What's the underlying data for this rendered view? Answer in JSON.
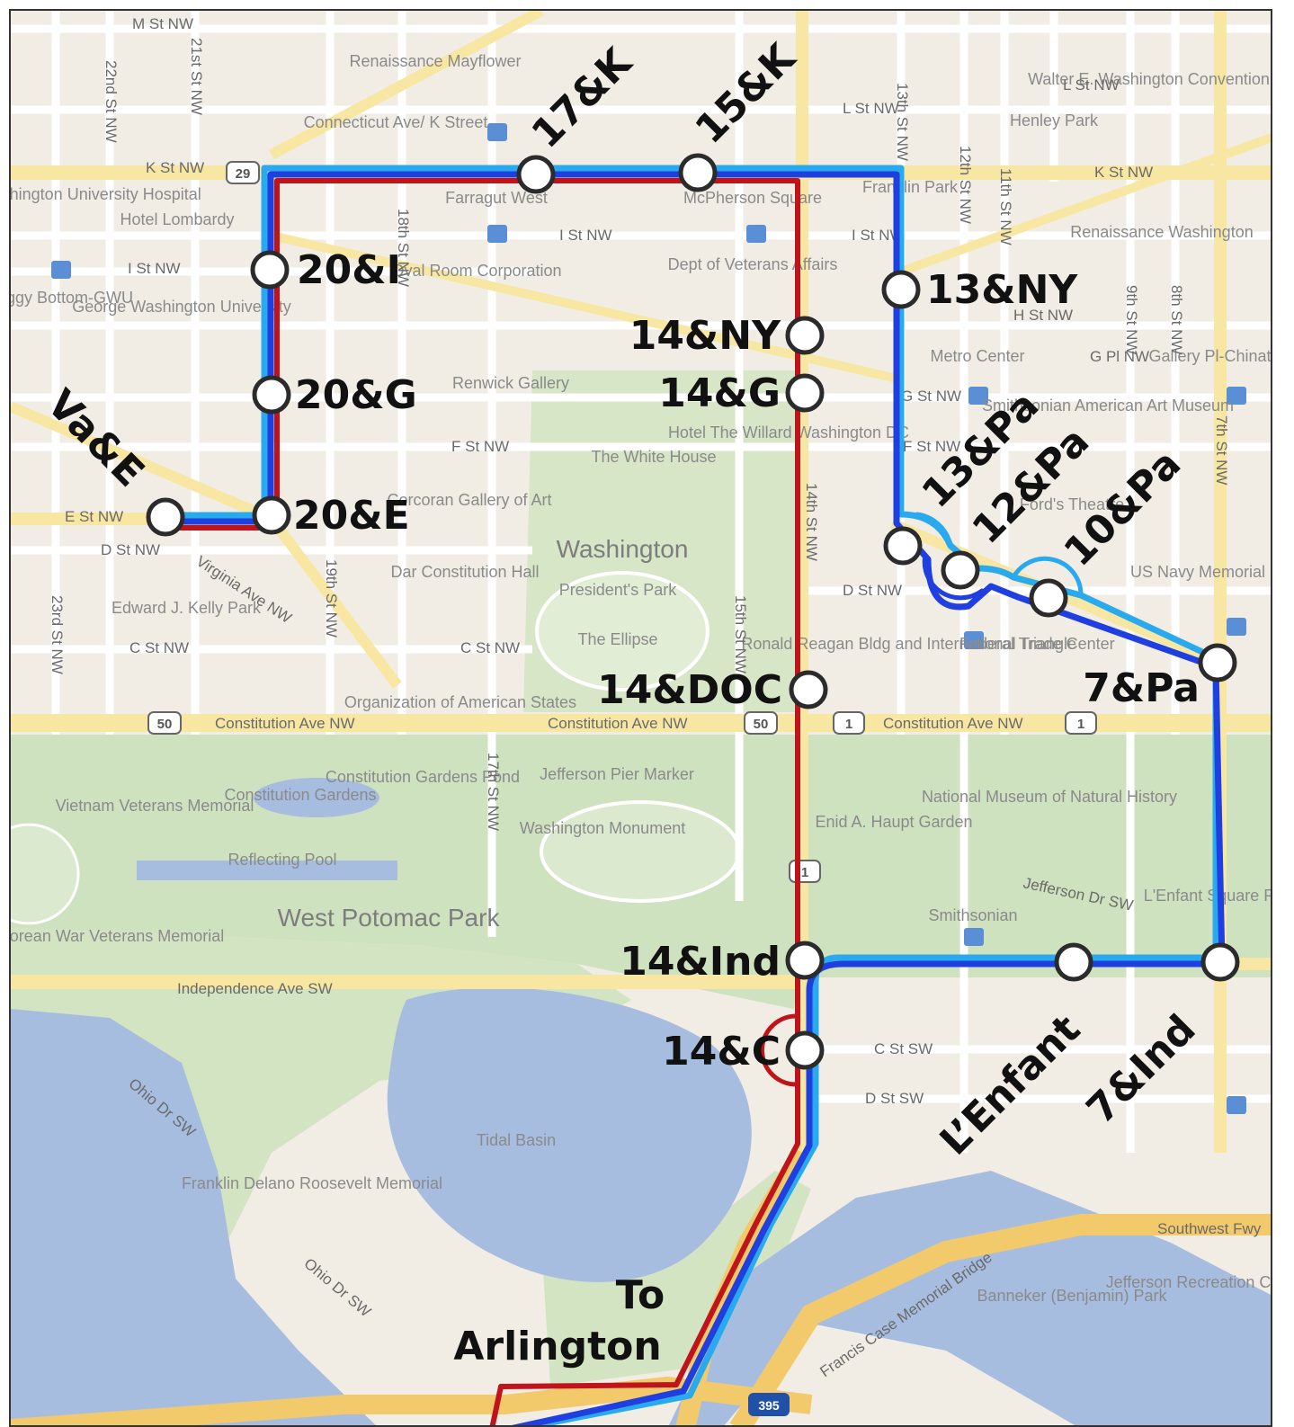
{
  "colors": {
    "route_blue": "#1f3fe0",
    "route_light_blue": "#29a9ee",
    "route_red": "#c0141c",
    "water": "#a7bde0",
    "park": "#cfe2bf",
    "land": "#f1ede4",
    "major_road": "#f7e7a3"
  },
  "area_labels": {
    "washington": "Washington",
    "presidents_park": "President's Park",
    "the_ellipse": "The Ellipse",
    "tidal_basin": "Tidal Basin",
    "west_potomac_park": "West Potomac Park",
    "constitution_gardens": "Constitution Gardens",
    "constitution_gardens_pond": "Constitution Gardens Pond",
    "reflecting_pool": "Reflecting Pool",
    "washington_monument": "Washington Monument",
    "jefferson_pier_marker": "Jefferson Pier Marker",
    "vietnam_memorial": "Vietnam Veterans Memorial",
    "korean_war_memorial": "Korean War Veterans Memorial",
    "fdr_memorial": "Franklin Delano Roosevelt Memorial",
    "gwu": "George Washington University",
    "white_house": "The White House",
    "renwick": "Renwick Gallery",
    "corcoran": "Corcoran Gallery of Art",
    "dar_hall": "Dar Constitution Hall",
    "oas": "Organization of American States",
    "natural_history": "National Museum of Natural History",
    "haupt_garden": "Enid A. Haupt Garden",
    "smithsonian": "Smithsonian",
    "reagan_bldg": "Ronald Reagan Bldg and International Trade Center",
    "federal_triangle": "Federal Triangle",
    "metro_center": "Metro Center",
    "mcpherson_square": "McPherson Square",
    "farragut_west": "Farragut West",
    "convention_center": "Walter E. Washington Convention Center",
    "lenfant_square": "L'Enfant Square Park",
    "banneker_park": "Banneker (Benjamin) Park",
    "jefferson_rec": "Jefferson Recreation Center",
    "kelly_park": "Edward J. Kelly Park",
    "franklin_park": "Franklin Park",
    "us_navy_memorial": "US Navy Memorial",
    "connecticut_ave": "Connecticut Ave/ K Street",
    "renaissance_mayflower": "Renaissance Mayflower",
    "oval_room": "Oval Room Corporation",
    "veterans_affairs": "Dept of Veterans Affairs",
    "willard": "Hotel The Willard Washington DC",
    "hotel_lombardy": "Hotel Lombardy",
    "gw_hospital": "George Washington University Hospital",
    "foggy_bottom": "Foggy Bottom-GWU",
    "ford_theatre": "Ford's Theatre",
    "smithsonian_american": "Smithsonian American Art Museum",
    "gallery_chinatown": "Gallery Pl-Chinatown",
    "henley_park": "Henley Park",
    "renaissance_washington": "Renaissance Washington"
  },
  "road_labels": {
    "k_st": "K St NW",
    "i_st": "I St NW",
    "l_st": "L St NW",
    "m_st": "M St NW",
    "h_st": "H St NW",
    "g_st": "G St NW",
    "g_pl": "G Pl NW",
    "f_st": "F St NW",
    "e_st": "E St NW",
    "d_st": "D St NW",
    "c_st": "C St NW",
    "constitution_1": "Constitution Ave NW",
    "constitution_2": "Constitution Ave NW",
    "constitution_3": "Constitution Ave NW",
    "independence": "Independence Ave SW",
    "virginia_ave": "Virginia Ave NW",
    "jefferson_dr": "Jefferson Dr SW",
    "c_st_sw": "C St SW",
    "d_st_sw": "D St SW",
    "ohio_dr_1": "Ohio Dr SW",
    "ohio_dr_2": "Ohio Dr SW",
    "francis_case": "Francis Case Memorial Bridge",
    "southwest_fwy": "Southwest Fwy",
    "st_17": "17th St NW",
    "st_19": "19th St NW",
    "st_18": "18th St NW",
    "st_15": "15th St NW",
    "st_14": "14th St NW",
    "st_13": "13th St NW",
    "st_12": "12th St NW",
    "st_11": "11th St NW",
    "st_9": "9th St NW",
    "st_8": "8th St NW",
    "st_7": "7th St NW",
    "st_22": "22nd St NW",
    "st_21": "21st St NW",
    "st_23": "23rd St NW"
  },
  "shields": {
    "us29": "29",
    "us50_a": "50",
    "us50_b": "50",
    "us1_a": "1",
    "us1_b": "1",
    "us1_c": "1",
    "i395": "395"
  },
  "stops": {
    "s_17k": "17&K",
    "s_15k": "15&K",
    "s_20i": "20&I",
    "s_20g": "20&G",
    "s_20e": "20&E",
    "s_vae": "Va&E",
    "s_13ny": "13&NY",
    "s_14ny": "14&NY",
    "s_14g": "14&G",
    "s_13pa": "13&Pa",
    "s_12pa": "12&Pa",
    "s_10pa": "10&Pa",
    "s_7pa": "7&Pa",
    "s_14doc": "14&DOC",
    "s_14ind": "14&Ind",
    "s_14c": "14&C",
    "s_lenfant": "L’Enfant",
    "s_7ind": "7&Ind"
  },
  "destination": {
    "line1": "To",
    "line2": "Arlington"
  }
}
